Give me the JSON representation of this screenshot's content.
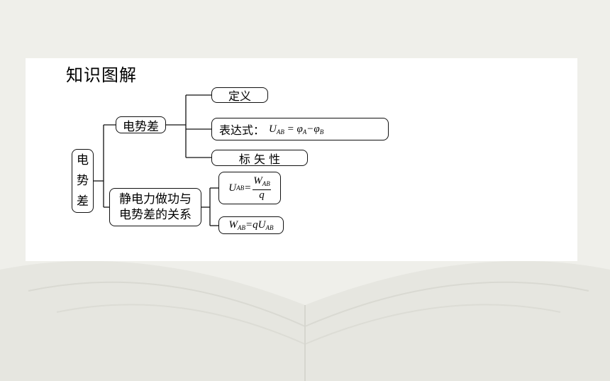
{
  "title": "知识图解",
  "root": {
    "chars": [
      "电",
      "势",
      "差"
    ]
  },
  "branch1": {
    "label": "电势差",
    "items": {
      "definition": "定义",
      "expression_label": "表达式：",
      "expression_formula": "U_AB = φ_A − φ_B",
      "nature": "标 矢 性"
    }
  },
  "branch2": {
    "line1": "静电力做功与",
    "line2": "电势差的关系",
    "formula1": "U_AB = W_AB / q",
    "formula2": "W_AB = qU_AB"
  },
  "colors": {
    "ink": "#111111",
    "card": "#ffffff",
    "background": "#efefea"
  }
}
